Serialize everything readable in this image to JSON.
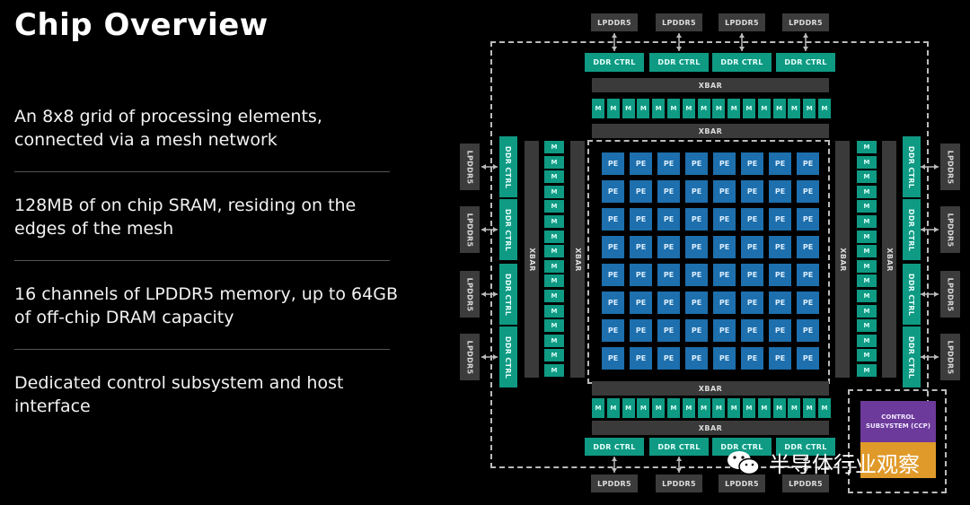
{
  "slide": {
    "title": "Chip Overview",
    "bullets": [
      "An 8x8 grid of processing elements, connected via a mesh network",
      "128MB of on chip SRAM, residing on the edges of the mesh",
      "16 channels of LPDDR5 memory, up to 64GB of off-chip DRAM capacity",
      "Dedicated control subsystem and host interface"
    ]
  },
  "diagram": {
    "lpddr_label": "LPDDR5",
    "ddr_ctrl_label": "DDR CTRL",
    "xbar_label": "XBAR",
    "m_label": "M",
    "pe_label": "PE",
    "control_subsystem": "CONTROL SUBSYSTEM (CCP)",
    "colors": {
      "pe": "#1d6fad",
      "sram": "#0f9a84",
      "xbar": "#3a3a3a",
      "ccp": "#6c3a9a",
      "host": "#e09a2a"
    }
  },
  "watermark": {
    "text": "半导体行业观察",
    "icon": "wechat-icon"
  }
}
